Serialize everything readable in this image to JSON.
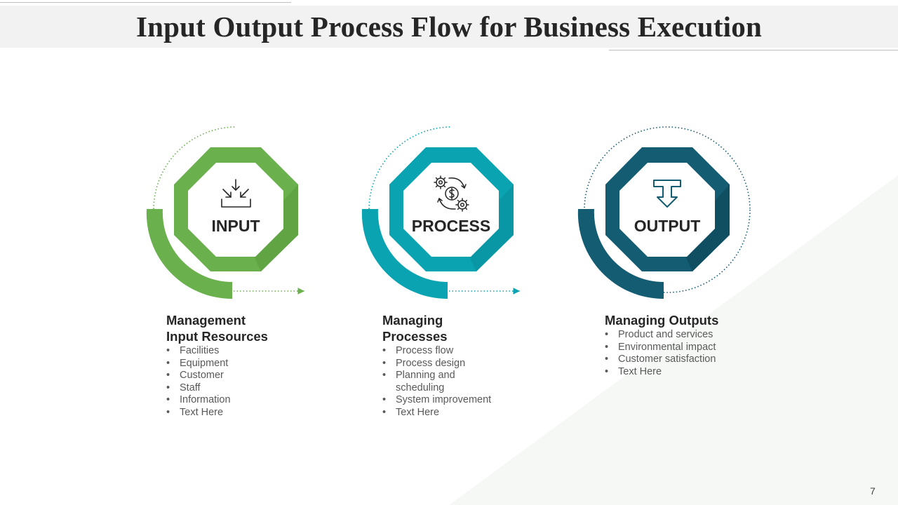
{
  "title": "Input Output Process Flow for Business Execution",
  "page_number": "7",
  "colors": {
    "input": "#6ab04c",
    "process": "#0aa3b1",
    "output": "#145c72"
  },
  "stages": [
    {
      "key": "input",
      "label": "INPUT",
      "icon": "input-arrows-icon",
      "heading": "Management Input Resources",
      "items": [
        "Facilities",
        "Equipment",
        "Customer",
        "Staff",
        "Information",
        "Text Here"
      ]
    },
    {
      "key": "process",
      "label": "PROCESS",
      "icon": "gear-dollar-cycle-icon",
      "heading": "Managing Processes",
      "items": [
        "Process flow",
        "Process design",
        "Planning and scheduling",
        "System improvement",
        "Text Here"
      ]
    },
    {
      "key": "output",
      "label": "OUTPUT",
      "icon": "download-arrow-icon",
      "heading": "Managing Outputs",
      "items": [
        "Product and services",
        "Environmental impact",
        "Customer satisfaction",
        "Text Here"
      ]
    }
  ]
}
